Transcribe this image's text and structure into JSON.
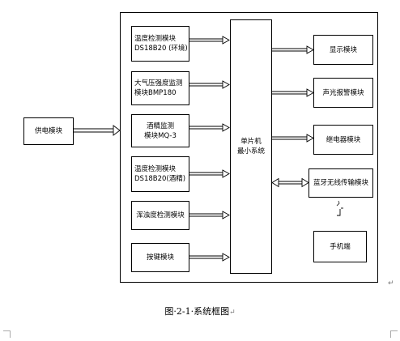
{
  "diagram": {
    "power": "供电模块",
    "inputs": [
      [
        "温度检测模块",
        "DS18B20 (环境)"
      ],
      [
        "大气压强度监测",
        "模块BMP180"
      ],
      [
        "酒精监测",
        "模块MQ-3"
      ],
      [
        "温度检测模块",
        "DS18B20(酒精)"
      ],
      [
        "浑浊度检测模块"
      ],
      [
        "按键模块"
      ]
    ],
    "mcu": [
      "单片机",
      "最小系统"
    ],
    "outputs": [
      "显示模块",
      "声光报警模块",
      "继电器模块",
      "蓝牙无线传输模块"
    ],
    "phone": "手机端"
  },
  "caption": "图·2-1·系统框图",
  "caption_mark": "↵",
  "page_mark": "↵"
}
